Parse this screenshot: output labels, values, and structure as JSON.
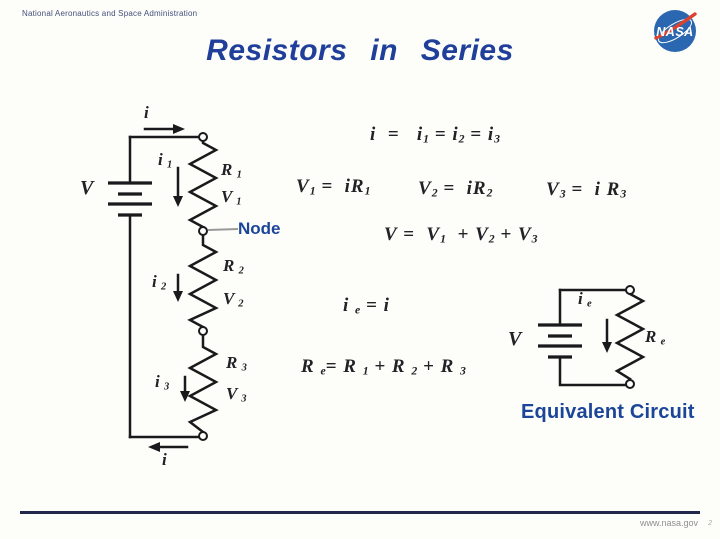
{
  "page": {
    "header_text": "National Aeronautics and Space Administration",
    "title": "Resistors in Series",
    "footer_url": "www.nasa.gov",
    "footer_page": "2"
  },
  "logo": {
    "text": "NASA"
  },
  "colors": {
    "title_blue": "#203f9a",
    "callout_blue": "#1b4598",
    "ink": "#222226",
    "footer_rule": "#23264d",
    "nasa_blue": "#2a67b0",
    "nasa_red": "#d9432f",
    "footer_gray": "#8f8f8f"
  },
  "series_circuit": {
    "labels": {
      "i_top": [
        {
          "t": "i"
        }
      ],
      "i1": [
        {
          "t": "i "
        },
        {
          "t": "1",
          "sub": true
        }
      ],
      "v_source": [
        {
          "t": "V"
        }
      ],
      "r1": [
        {
          "t": "R "
        },
        {
          "t": "1",
          "sub": true
        }
      ],
      "v1": [
        {
          "t": "V "
        },
        {
          "t": "1",
          "sub": true
        }
      ],
      "node": "Node",
      "i2": [
        {
          "t": "i "
        },
        {
          "t": "2",
          "sub": true
        }
      ],
      "r2": [
        {
          "t": "R "
        },
        {
          "t": "2",
          "sub": true
        }
      ],
      "v2": [
        {
          "t": "V "
        },
        {
          "t": "2",
          "sub": true
        }
      ],
      "i3": [
        {
          "t": "i "
        },
        {
          "t": "3",
          "sub": true
        }
      ],
      "r3": [
        {
          "t": "R "
        },
        {
          "t": "3",
          "sub": true
        }
      ],
      "v3": [
        {
          "t": "V "
        },
        {
          "t": "3",
          "sub": true
        }
      ],
      "i_bottom": [
        {
          "t": "i"
        }
      ]
    }
  },
  "equations": {
    "eq_current": [
      {
        "t": "i"
      },
      {
        "t": "  =   "
      },
      {
        "t": "i"
      },
      {
        "t": "1",
        "sub": true
      },
      {
        "t": " = "
      },
      {
        "t": "i"
      },
      {
        "t": "2",
        "sub": true
      },
      {
        "t": " = "
      },
      {
        "t": "i"
      },
      {
        "t": "3",
        "sub": true
      }
    ],
    "eq_v1": [
      {
        "t": "V"
      },
      {
        "t": "1",
        "sub": true
      },
      {
        "t": " =  "
      },
      {
        "t": "iR"
      },
      {
        "t": "1",
        "sub": true
      }
    ],
    "eq_v2": [
      {
        "t": "V"
      },
      {
        "t": "2",
        "sub": true
      },
      {
        "t": " =  "
      },
      {
        "t": "iR"
      },
      {
        "t": "2",
        "sub": true
      }
    ],
    "eq_v3": [
      {
        "t": "V"
      },
      {
        "t": "3",
        "sub": true
      },
      {
        "t": " =  "
      },
      {
        "t": "i R"
      },
      {
        "t": "3",
        "sub": true
      }
    ],
    "eq_vsum": [
      {
        "t": "V"
      },
      {
        "t": " =  "
      },
      {
        "t": "V"
      },
      {
        "t": "1",
        "sub": true
      },
      {
        "t": "  + "
      },
      {
        "t": "V"
      },
      {
        "t": "2",
        "sub": true
      },
      {
        "t": " + "
      },
      {
        "t": "V"
      },
      {
        "t": "3",
        "sub": true
      }
    ],
    "eq_ie": [
      {
        "t": "i "
      },
      {
        "t": "e",
        "sub": true
      },
      {
        "t": " = "
      },
      {
        "t": "i"
      }
    ],
    "eq_re": [
      {
        "t": "R "
      },
      {
        "t": "e",
        "sub": true
      },
      {
        "t": "= "
      },
      {
        "t": "R "
      },
      {
        "t": "1",
        "sub": true
      },
      {
        "t": " + "
      },
      {
        "t": "R "
      },
      {
        "t": "2",
        "sub": true
      },
      {
        "t": " + "
      },
      {
        "t": "R "
      },
      {
        "t": "3",
        "sub": true
      }
    ]
  },
  "equivalent_circuit": {
    "labels": {
      "ie": [
        {
          "t": "i "
        },
        {
          "t": "e",
          "sub": true
        }
      ],
      "v": [
        {
          "t": "V"
        }
      ],
      "re": [
        {
          "t": "R "
        },
        {
          "t": "e",
          "sub": true
        }
      ]
    },
    "caption": "Equivalent Circuit"
  }
}
